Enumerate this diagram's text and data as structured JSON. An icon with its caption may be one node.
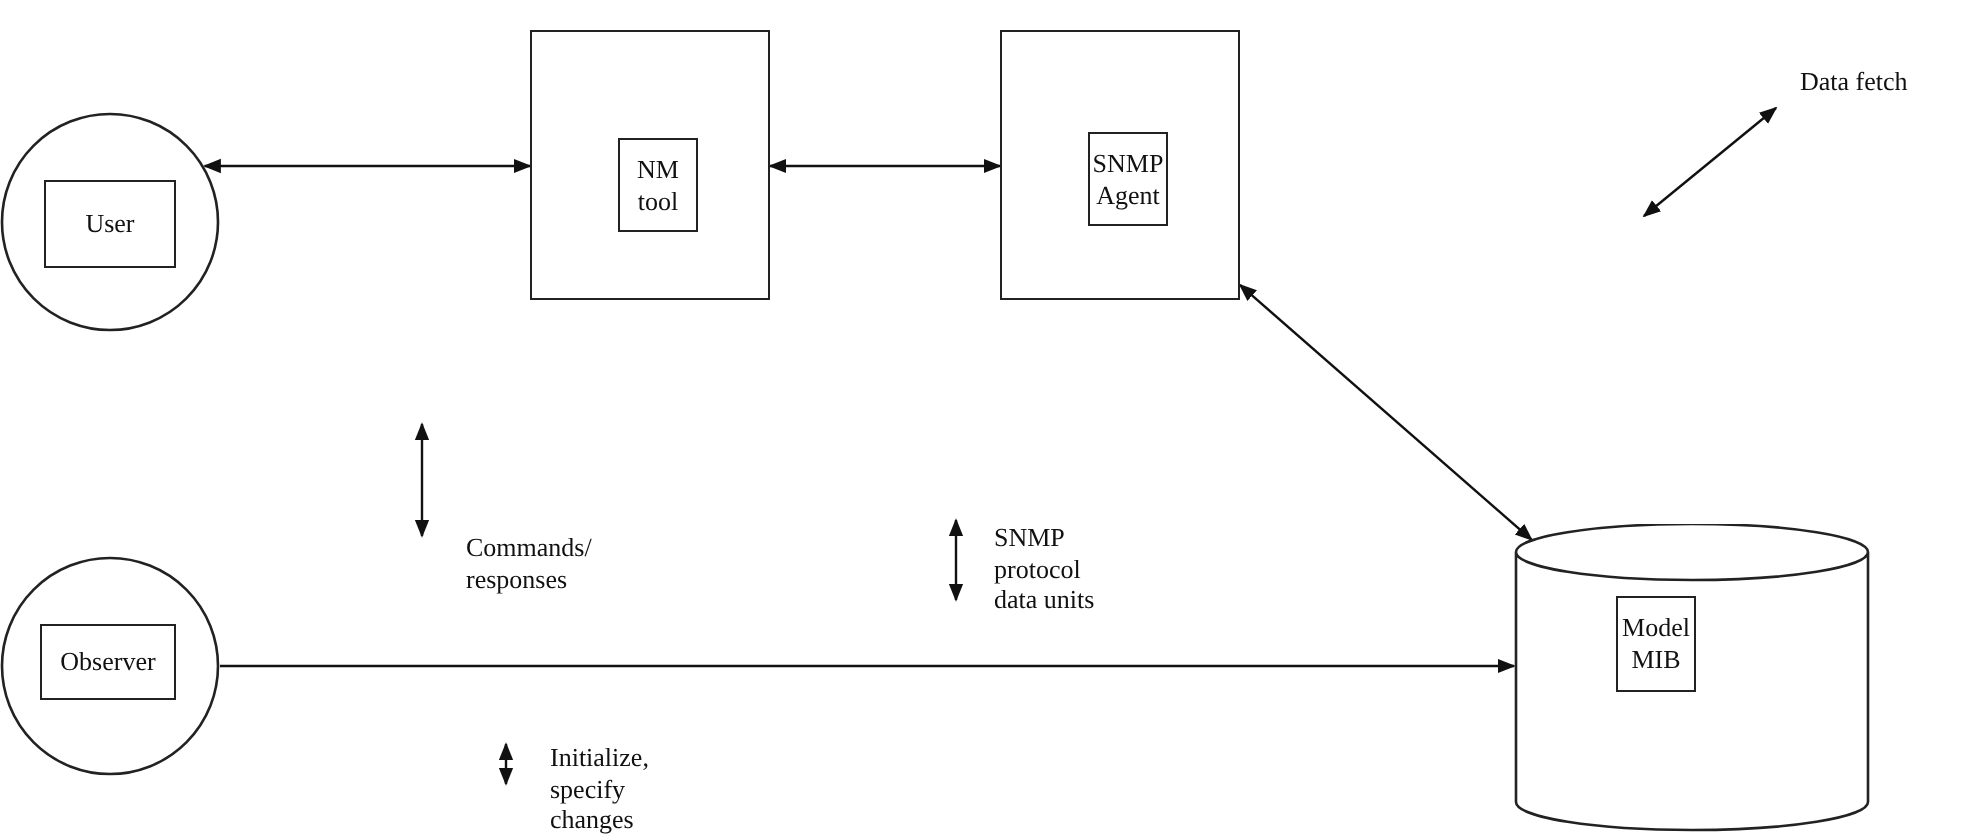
{
  "diagram": {
    "nodes": [
      {
        "text": [],
        "shape": "circle"
      },
      {
        "text": [
          "User"
        ],
        "in": 0
      },
      {
        "text": [],
        "shape": "box"
      },
      {
        "text": [
          "NM tool"
        ],
        "in": 2
      },
      {
        "text": [],
        "shape": "box"
      },
      {
        "text": [
          "SNMP Agent"
        ],
        "in": 4
      },
      {
        "text": [],
        "shape": "cylinder"
      },
      {
        "text": [
          "Model MIB"
        ],
        "in": 6
      },
      {
        "text": [],
        "shape": "circle"
      },
      {
        "text": [
          "Observer"
        ],
        "in": 8
      }
    ],
    "edges": [
      {
        "from": 0,
        "to": 2,
        "arrow": "both"
      },
      {
        "from": 2,
        "to": 4,
        "arrow": "both"
      },
      {
        "from": 4,
        "to": 6,
        "arrow": "both"
      },
      {
        "from": 8,
        "to": 6,
        "arrow": "to"
      }
    ],
    "labels": [
      "Data fetch",
      "Commands/ responses",
      "SNMP protocol data units",
      "Initialize, specify changes"
    ]
  }
}
